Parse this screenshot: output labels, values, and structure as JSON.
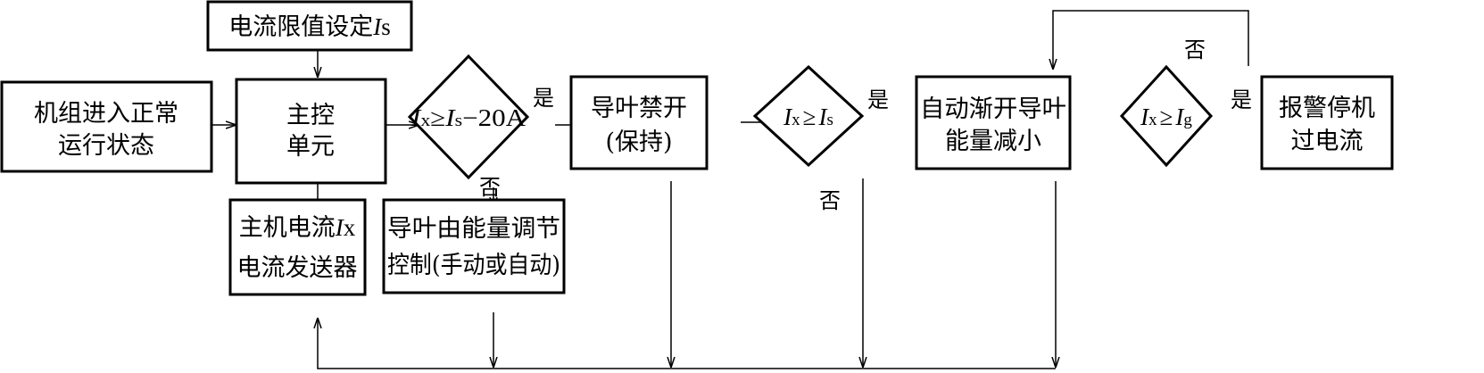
{
  "nodes": {
    "start": {
      "line1": "机组进入正常",
      "line2": "运行状态"
    },
    "limit": {
      "text": "电流限值设定",
      "sym": "I",
      "sub": "s"
    },
    "ctrl": {
      "line1": "主控",
      "line2": "单元"
    },
    "sender": {
      "line1": "主机电流",
      "sym": "I",
      "sub": "x",
      "line2": "电流发送器"
    },
    "d1": {
      "sym1": "I",
      "sub1": "x",
      "op": "≥",
      "sym2": "I",
      "sub2": "s",
      "tail": "−20A"
    },
    "guide_ctrl": {
      "line1": "导叶由能量调节",
      "line2": "控制(手动或自动)"
    },
    "hold": {
      "line1": "导叶禁开",
      "line2": "(保持)"
    },
    "d2": {
      "sym1": "I",
      "sub1": "x",
      "op": "≥",
      "sym2": "I",
      "sub2": "s"
    },
    "auto": {
      "line1": "自动渐开导叶",
      "line2": "能量减小"
    },
    "d3": {
      "sym1": "I",
      "sub1": "x",
      "op": "≥",
      "sym2": "I",
      "sub2": "g"
    },
    "alarm": {
      "line1": "报警停机",
      "line2": "过电流"
    }
  },
  "labels": {
    "yes": "是",
    "no": "否"
  }
}
